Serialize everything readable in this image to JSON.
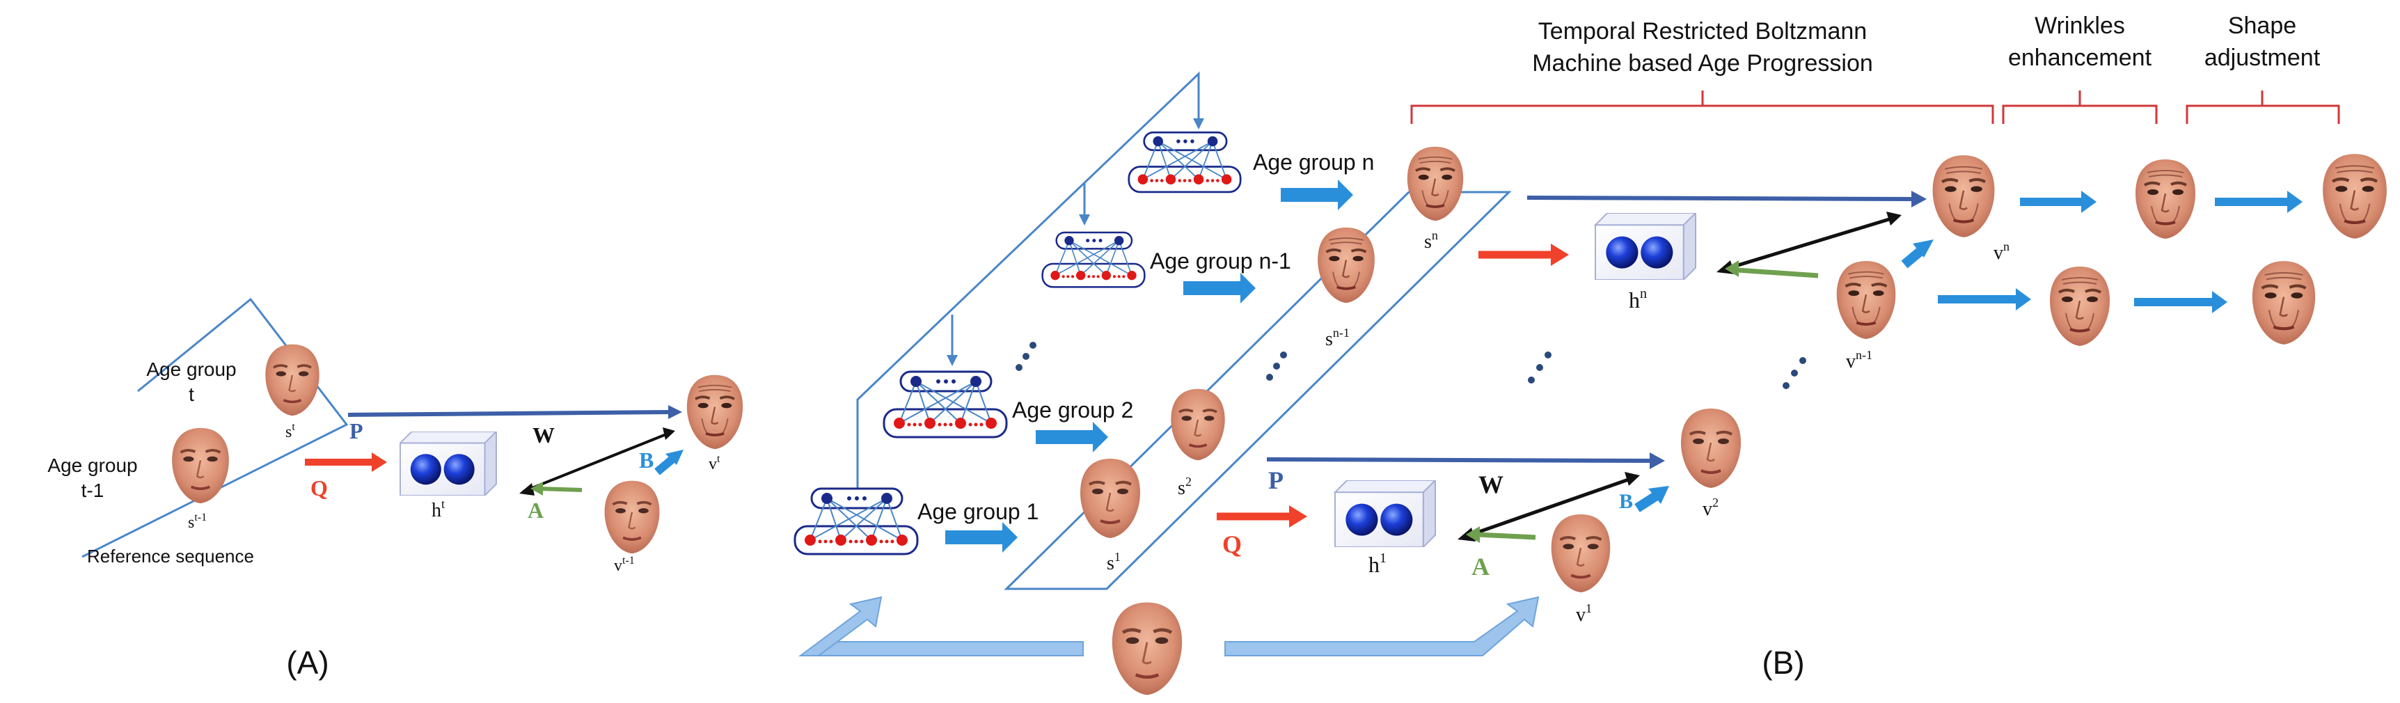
{
  "panel_a": {
    "label": "(A)",
    "age_group_t": [
      "Age group",
      "t"
    ],
    "age_group_t1": [
      "Age group",
      "t-1"
    ],
    "reference": "Reference sequence",
    "s_t": {
      "base": "s",
      "sup": "t"
    },
    "s_t1": {
      "base": "s",
      "sup": "t-1"
    },
    "h_t": {
      "base": "h",
      "sup": "t"
    },
    "v_t": {
      "base": "v",
      "sup": "t"
    },
    "v_t1": {
      "base": "v",
      "sup": "t-1"
    },
    "P": "P",
    "Q": "Q",
    "W": "W",
    "A": "A",
    "B": "B"
  },
  "panel_b": {
    "label": "(B)",
    "header_trbm": [
      "Temporal Restricted Boltzmann",
      "Machine based Age Progression"
    ],
    "header_wrinkles": [
      "Wrinkles",
      "enhancement"
    ],
    "header_shape": [
      "Shape",
      "adjustment"
    ],
    "age_group_1": "Age group 1",
    "age_group_2": "Age group 2",
    "age_group_n1": "Age group n-1",
    "age_group_n": "Age group n",
    "s_1": {
      "base": "s",
      "sup": "1"
    },
    "s_2": {
      "base": "s",
      "sup": "2"
    },
    "s_n1": {
      "base": "s",
      "sup": "n-1"
    },
    "s_n": {
      "base": "s",
      "sup": "n"
    },
    "h_1": {
      "base": "h",
      "sup": "1"
    },
    "h_n": {
      "base": "h",
      "sup": "n"
    },
    "v_1": {
      "base": "v",
      "sup": "1"
    },
    "v_2": {
      "base": "v",
      "sup": "2"
    },
    "v_n1": {
      "base": "v",
      "sup": "n-1"
    },
    "v_n": {
      "base": "v",
      "sup": "n"
    },
    "P": "P",
    "Q": "Q",
    "W": "W",
    "A": "A",
    "B": "B"
  },
  "colors": {
    "blue_arrow": "#2a8fdb",
    "dark_blue_arrow": "#3d5fa8",
    "red_arrow": "#f0412a",
    "green_arrow": "#6fa050",
    "bracket_red": "#d0373a",
    "node_blue": "#1a2a8a",
    "node_red": "#e01818",
    "frame_blue": "#4a86c8",
    "skin": "#d8957a"
  }
}
